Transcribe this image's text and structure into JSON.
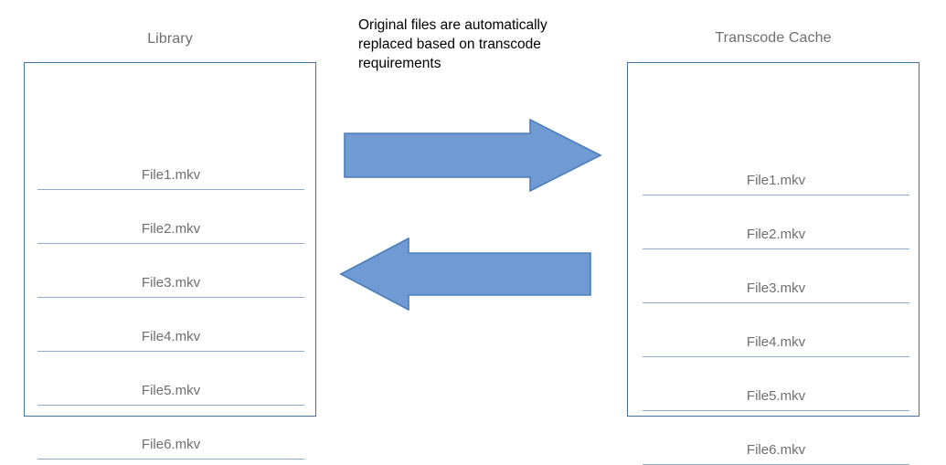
{
  "diagram": {
    "title_left": "Library",
    "title_right": "Transcode Cache",
    "annotation": "Original files are automatically replaced based on transcode requirements",
    "annotation_lines": [
      "Original files are automatically",
      "replaced based on transcode",
      "requirements"
    ],
    "colors": {
      "box_border": "#4472a8",
      "rule_line": "#8faccd",
      "arrow_fill": "#6f9ad3",
      "arrow_stroke": "#4a7ebb",
      "title_text": "#6f6f6f",
      "file_text": "#6f6f6f",
      "annotation_text": "#000000",
      "background": "#ffffff"
    },
    "library": {
      "label": "Library",
      "files": [
        "File1.mkv",
        "File2.mkv",
        "File3.mkv",
        "File4.mkv",
        "File5.mkv",
        "File6.mkv"
      ]
    },
    "transcode_cache": {
      "label": "Transcode Cache",
      "files": [
        "File1.mkv",
        "File2.mkv",
        "File3.mkv",
        "File4.mkv",
        "File5.mkv",
        "File6.mkv"
      ]
    },
    "arrows": [
      {
        "name": "library-to-cache",
        "direction": "right",
        "from": "Library",
        "to": "Transcode Cache"
      },
      {
        "name": "cache-to-library",
        "direction": "left",
        "from": "Transcode Cache",
        "to": "Library"
      }
    ]
  }
}
